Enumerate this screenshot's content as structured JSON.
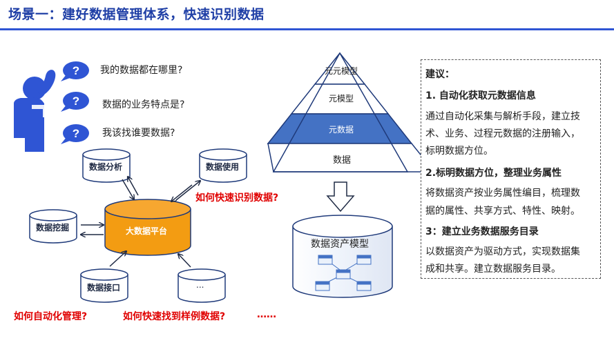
{
  "title": "场景一：建好数据管理体系，快速识别数据",
  "questions": [
    "我的数据都在哪里?",
    "数据的业务特点是?",
    "我该找谁要数据?"
  ],
  "question_mark": "?",
  "center_node": "大数据平台",
  "nodes": {
    "analysis": "数据分析",
    "usage": "数据使用",
    "mining": "数据挖掘",
    "interface": "数据接口",
    "more": "..."
  },
  "callouts": {
    "identify": "如何快速识别数据?",
    "auto_manage": "如何自动化管理?",
    "find_sample": "如何快速找到样例数据?",
    "ellipsis": "……"
  },
  "pyramid": {
    "levels": [
      "元元模型",
      "元模型",
      "元数据",
      "数据"
    ],
    "highlight_color": "#4472c4"
  },
  "asset_model": "数据资产模型",
  "advice": {
    "heading": "建议：",
    "lines": [
      {
        "text": "1. 自动化获取元数据信息",
        "bold": true
      },
      {
        "text": "通过自动化采集与解析手段，建立技",
        "bold": false
      },
      {
        "text": "术、业务、过程元数据的注册输入，",
        "bold": false
      },
      {
        "text": "标明数据方位。",
        "bold": false
      },
      {
        "text": "2.标明数据方位，整理业务属性",
        "bold": true
      },
      {
        "text": "将数据资产按业务属性编目，梳理数",
        "bold": false
      },
      {
        "text": "据的属性、共享方式、特性、映射。",
        "bold": false
      },
      {
        "text": "3：建立业务数据服务目录",
        "bold": true
      },
      {
        "text": "以数据资产为驱动方式，实现数据集",
        "bold": false
      },
      {
        "text": "成和共享。建立数据服务目录。",
        "bold": false
      }
    ]
  },
  "colors": {
    "brand": "#1f3fa6",
    "person": "#2f55d4",
    "center": "#f39c12",
    "callout": "#e00000"
  }
}
